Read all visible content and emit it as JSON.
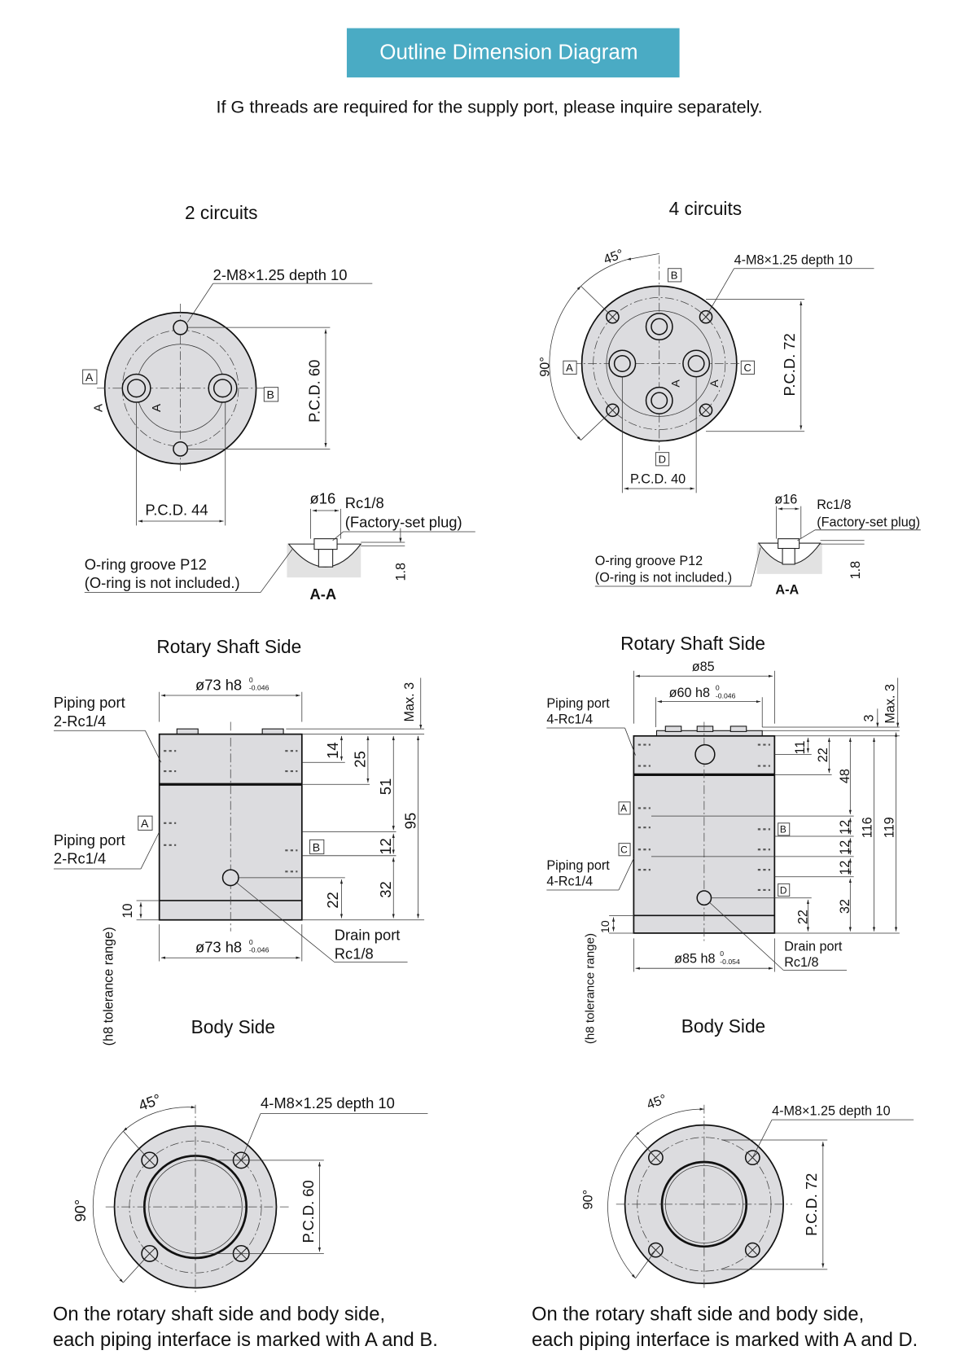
{
  "header": {
    "title": "Outline Dimension Diagram",
    "note": "If G threads are required for the supply port, please inquire separately.",
    "title_bg": "#4aabc4"
  },
  "two_circuit": {
    "heading": "2 circuits",
    "top_view": {
      "thread_callout": "2-M8×1.25 depth 10",
      "pcd_vertical": "P.C.D. 60",
      "pcd_horizontal": "P.C.D. 44",
      "port_labels": [
        "A",
        "B"
      ],
      "section_mark": "A"
    },
    "section": {
      "diameter": "ø16",
      "plug_thread": "Rc1/8",
      "plug_note": "(Factory-set plug)",
      "oring_line1": "O-ring groove P12",
      "oring_line2": "(O-ring is not included.)",
      "title": "A-A",
      "depth": "1.8"
    },
    "shaft_side_title": "Rotary Shaft Side",
    "side_view": {
      "top_diameter": "ø73 h8",
      "bottom_diameter": "ø73 h8",
      "tol_upper": "0",
      "tol_lower": "-0.046",
      "piping_port_label": "Piping port",
      "piping_port_spec": "2-Rc1/4",
      "port_labels": [
        "A",
        "B"
      ],
      "drain_label": "Drain port",
      "drain_spec": "Rc1/8",
      "dims": {
        "max": "Max. 3",
        "d14": "14",
        "d25": "25",
        "d51": "51",
        "d95": "95",
        "d12": "12",
        "d22": "22",
        "d32": "32",
        "d10": "10"
      },
      "tolerance_note": "(h8 tolerance range)"
    },
    "body_side_title": "Body Side",
    "body_view": {
      "angle_45": "45°",
      "angle_90": "90°",
      "thread_callout": "4-M8×1.25 depth 10",
      "pcd": "P.C.D. 60"
    },
    "footer_line1": "On the rotary shaft side and body side,",
    "footer_line2": "each piping interface is marked with A and B."
  },
  "four_circuit": {
    "heading": "4 circuits",
    "top_view": {
      "angle_45": "45°",
      "angle_90": "90°",
      "thread_callout": "4-M8×1.25 depth 10",
      "pcd_vertical": "P.C.D. 72",
      "pcd_horizontal": "P.C.D. 40",
      "port_labels": [
        "A",
        "B",
        "C",
        "D"
      ],
      "section_mark": "A"
    },
    "section": {
      "diameter": "ø16",
      "plug_thread": "Rc1/8",
      "plug_note": "(Factory-set plug)",
      "oring_line1": "O-ring groove P12",
      "oring_line2": "(O-ring is not included.)",
      "title": "A-A",
      "depth": "1.8"
    },
    "shaft_side_title": "Rotary Shaft Side",
    "side_view": {
      "outer_diameter": "ø85",
      "top_diameter": "ø60 h8",
      "top_tol_lower": "-0.046",
      "bottom_diameter": "ø85 h8",
      "bottom_tol_lower": "-0.054",
      "tol_upper": "0",
      "piping_port_label": "Piping port",
      "piping_port_spec": "4-Rc1/4",
      "port_labels": [
        "A",
        "B",
        "C",
        "D"
      ],
      "drain_label": "Drain port",
      "drain_spec": "Rc1/8",
      "dims": {
        "d3": "3",
        "max": "Max. 3",
        "d11": "11",
        "d22top": "22",
        "d48": "48",
        "d12": "12",
        "d116": "116",
        "d119": "119",
        "d22": "22",
        "d32": "32",
        "d10": "10"
      },
      "tolerance_note": "(h8 tolerance range)"
    },
    "body_side_title": "Body Side",
    "body_view": {
      "angle_45": "45°",
      "angle_90": "90°",
      "thread_callout": "4-M8×1.25 depth 10",
      "pcd": "P.C.D. 72"
    },
    "footer_line1": "On the rotary shaft side and body side,",
    "footer_line2": "each piping interface is marked with A and D."
  }
}
